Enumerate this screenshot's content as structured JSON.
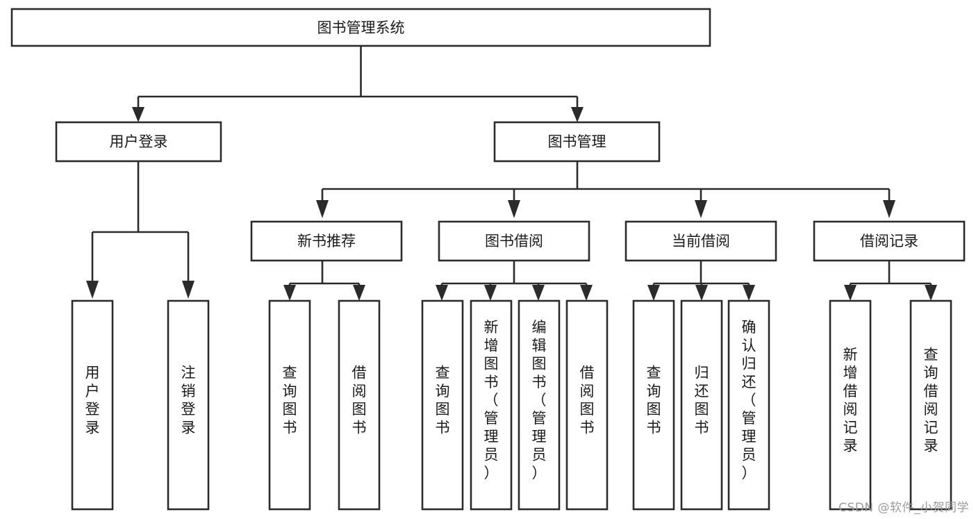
{
  "diagram": {
    "type": "tree",
    "title": "图书管理系统",
    "watermark": "CSDN @软件_小贺同学",
    "colors": {
      "stroke": "#2b2b2b",
      "fill": "#ffffff",
      "text": "#1a1a1a",
      "watermark": "#9b9b9b",
      "background": "#ffffff"
    },
    "root": {
      "label": "图书管理系统",
      "orientation": "horizontal"
    },
    "level2": [
      {
        "label": "用户登录",
        "orientation": "horizontal"
      },
      {
        "label": "图书管理",
        "orientation": "horizontal"
      }
    ],
    "level3": [
      {
        "label": "新书推荐",
        "orientation": "horizontal",
        "parent": "图书管理"
      },
      {
        "label": "图书借阅",
        "orientation": "horizontal",
        "parent": "图书管理"
      },
      {
        "label": "当前借阅",
        "orientation": "horizontal",
        "parent": "图书管理"
      },
      {
        "label": "借阅记录",
        "orientation": "horizontal",
        "parent": "图书管理"
      }
    ],
    "leaves": [
      {
        "label": "用户登录",
        "orientation": "vertical",
        "parent": "用户登录"
      },
      {
        "label": "注销登录",
        "orientation": "vertical",
        "parent": "用户登录"
      },
      {
        "label": "查询图书",
        "orientation": "vertical",
        "parent": "新书推荐"
      },
      {
        "label": "借阅图书",
        "orientation": "vertical",
        "parent": "新书推荐"
      },
      {
        "label": "查询图书",
        "orientation": "vertical",
        "parent": "图书借阅"
      },
      {
        "label": "新增图书（管理员）",
        "orientation": "vertical",
        "parent": "图书借阅"
      },
      {
        "label": "编辑图书（管理员）",
        "orientation": "vertical",
        "parent": "图书借阅"
      },
      {
        "label": "借阅图书",
        "orientation": "vertical",
        "parent": "图书借阅"
      },
      {
        "label": "查询图书",
        "orientation": "vertical",
        "parent": "当前借阅"
      },
      {
        "label": "归还图书",
        "orientation": "vertical",
        "parent": "当前借阅"
      },
      {
        "label": "确认归还（管理员）",
        "orientation": "vertical",
        "parent": "当前借阅"
      },
      {
        "label": "新增借阅记录",
        "orientation": "vertical",
        "parent": "借阅记录"
      },
      {
        "label": "查询借阅记录",
        "orientation": "vertical",
        "parent": "借阅记录"
      }
    ]
  }
}
